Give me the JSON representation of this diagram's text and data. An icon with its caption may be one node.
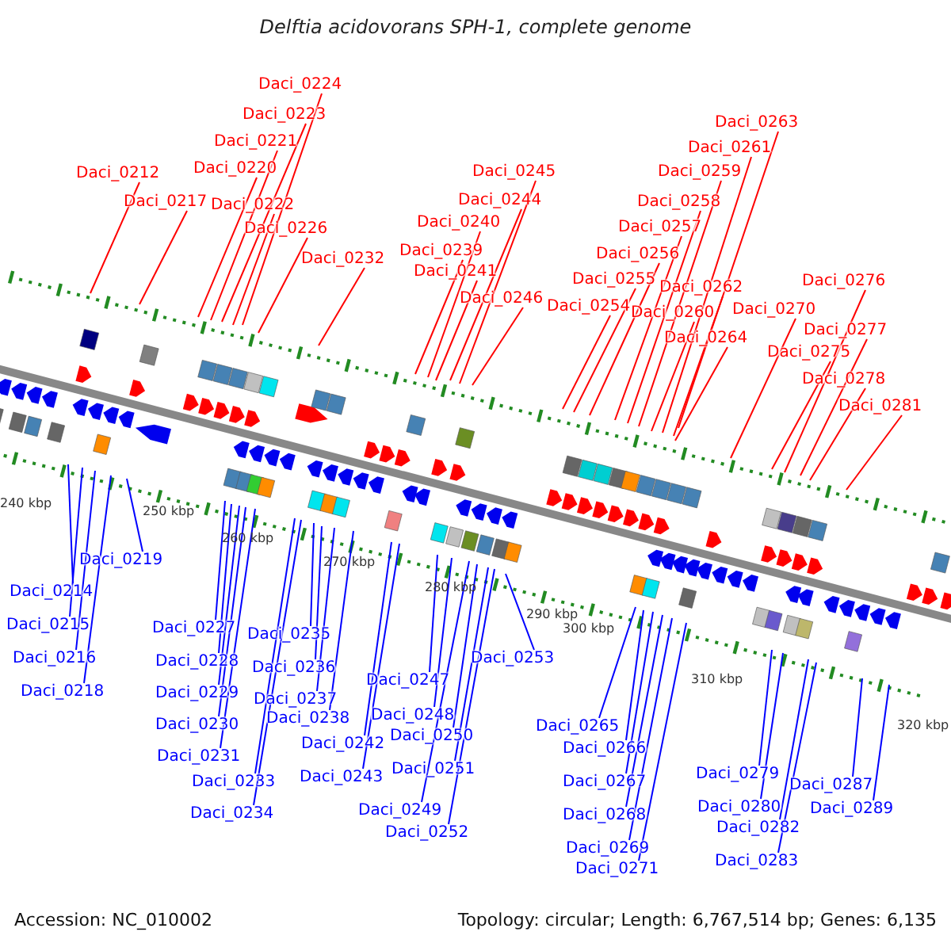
{
  "diagram": {
    "title": "Delftia acidovorans SPH-1, complete genome",
    "nodes": [
      {
        "text": [
          "Daci_0212"
        ]
      },
      {
        "text": [
          "Daci_0214"
        ]
      },
      {
        "text": [
          "Daci_0215"
        ]
      },
      {
        "text": [
          "Daci_0216"
        ]
      },
      {
        "text": [
          "Daci_0217"
        ]
      },
      {
        "text": [
          "Daci_0218"
        ]
      },
      {
        "text": [
          "Daci_0219"
        ]
      },
      {
        "text": [
          "Daci_0220"
        ]
      },
      {
        "text": [
          "Daci_0221"
        ]
      },
      {
        "text": [
          "Daci_0222"
        ]
      },
      {
        "text": [
          "Daci_0223"
        ]
      },
      {
        "text": [
          "Daci_0224"
        ]
      },
      {
        "text": [
          "Daci_0226"
        ]
      },
      {
        "text": [
          "Daci_0227"
        ]
      },
      {
        "text": [
          "Daci_0228"
        ]
      },
      {
        "text": [
          "Daci_0229"
        ]
      },
      {
        "text": [
          "Daci_0230"
        ]
      },
      {
        "text": [
          "Daci_0231"
        ]
      },
      {
        "text": [
          "Daci_0232"
        ]
      },
      {
        "text": [
          "Daci_0233"
        ]
      },
      {
        "text": [
          "Daci_0234"
        ]
      },
      {
        "text": [
          "Daci_0235"
        ]
      },
      {
        "text": [
          "Daci_0236"
        ]
      },
      {
        "text": [
          "Daci_0237"
        ]
      },
      {
        "text": [
          "Daci_0238"
        ]
      },
      {
        "text": [
          "Daci_0239"
        ]
      },
      {
        "text": [
          "Daci_0240"
        ]
      },
      {
        "text": [
          "Daci_0241"
        ]
      },
      {
        "text": [
          "Daci_0242"
        ]
      },
      {
        "text": [
          "Daci_0243"
        ]
      },
      {
        "text": [
          "Daci_0244"
        ]
      },
      {
        "text": [
          "Daci_0245"
        ]
      },
      {
        "text": [
          "Daci_0246"
        ]
      },
      {
        "text": [
          "Daci_0247"
        ]
      },
      {
        "text": [
          "Daci_0248"
        ]
      },
      {
        "text": [
          "Daci_0249"
        ]
      },
      {
        "text": [
          "Daci_0250"
        ]
      },
      {
        "text": [
          "Daci_0251"
        ]
      },
      {
        "text": [
          "Daci_0252"
        ]
      },
      {
        "text": [
          "Daci_0253"
        ]
      },
      {
        "text": [
          "Daci_0254"
        ]
      },
      {
        "text": [
          "Daci_0255"
        ]
      },
      {
        "text": [
          "Daci_0256"
        ]
      },
      {
        "text": [
          "Daci_0257"
        ]
      },
      {
        "text": [
          "Daci_0258"
        ]
      },
      {
        "text": [
          "Daci_0259"
        ]
      },
      {
        "text": [
          "Daci_0260"
        ]
      },
      {
        "text": [
          "Daci_0261"
        ]
      },
      {
        "text": [
          "Daci_0262"
        ]
      },
      {
        "text": [
          "Daci_0263"
        ]
      },
      {
        "text": [
          "Daci_0264"
        ]
      },
      {
        "text": [
          "Daci_0265"
        ]
      },
      {
        "text": [
          "Daci_0266"
        ]
      },
      {
        "text": [
          "Daci_0267"
        ]
      },
      {
        "text": [
          "Daci_0268"
        ]
      },
      {
        "text": [
          "Daci_0269"
        ]
      },
      {
        "text": [
          "Daci_0270"
        ]
      },
      {
        "text": [
          "Daci_0271"
        ]
      },
      {
        "text": [
          "Daci_0275"
        ]
      },
      {
        "text": [
          "Daci_0276"
        ]
      },
      {
        "text": [
          "Daci_0277"
        ]
      },
      {
        "text": [
          "Daci_0278"
        ]
      },
      {
        "text": [
          "Daci_0279"
        ]
      },
      {
        "text": [
          "Daci_0280"
        ]
      },
      {
        "text": [
          "Daci_0281"
        ]
      },
      {
        "text": [
          "Daci_0282"
        ]
      },
      {
        "text": [
          "Daci_0283"
        ]
      },
      {
        "text": [
          "Daci_0287"
        ]
      },
      {
        "text": [
          "Daci_0289"
        ]
      }
    ],
    "edges": [
      {
        "from": 0,
        "to": null,
        "arrow": "none",
        "color": "#ff0000"
      },
      {
        "from": 1,
        "to": null,
        "arrow": "none"
      },
      {
        "from": 2,
        "to": null,
        "arrow": "none"
      },
      {
        "from": 3,
        "to": null,
        "arrow": "none"
      },
      {
        "from": 4,
        "to": null,
        "arrow": "none",
        "color": "#ff0000"
      },
      {
        "from": 5,
        "to": null,
        "arrow": "none"
      },
      {
        "from": 6,
        "to": null,
        "arrow": "none"
      },
      {
        "from": 7,
        "to": null,
        "arrow": "none",
        "color": "#ff0000"
      },
      {
        "from": 8,
        "to": null,
        "arrow": "none",
        "color": "#ff0000"
      },
      {
        "from": 9,
        "to": null,
        "arrow": "none",
        "color": "#ff0000"
      },
      {
        "from": 10,
        "to": null,
        "arrow": "none",
        "color": "#ff0000"
      },
      {
        "from": 11,
        "to": null,
        "arrow": "none",
        "color": "#ff0000"
      },
      {
        "from": 12,
        "to": null,
        "arrow": "none",
        "color": "#ff0000"
      },
      {
        "from": 13,
        "to": null,
        "arrow": "none"
      },
      {
        "from": 14,
        "to": null,
        "arrow": "none"
      },
      {
        "from": 15,
        "to": null,
        "arrow": "none"
      },
      {
        "from": 16,
        "to": null,
        "arrow": "none"
      },
      {
        "from": 17,
        "to": null,
        "arrow": "none"
      },
      {
        "from": 18,
        "to": null,
        "arrow": "none",
        "color": "#ff0000"
      },
      {
        "from": 19,
        "to": null,
        "arrow": "none"
      },
      {
        "from": 20,
        "to": null,
        "arrow": "none"
      },
      {
        "from": 21,
        "to": null,
        "arrow": "none"
      },
      {
        "from": 22,
        "to": null,
        "arrow": "none"
      },
      {
        "from": 23,
        "to": null,
        "arrow": "none"
      },
      {
        "from": 24,
        "to": null,
        "arrow": "none"
      },
      {
        "from": 25,
        "to": null,
        "arrow": "none",
        "color": "#ff0000"
      },
      {
        "from": 26,
        "to": null,
        "arrow": "none",
        "color": "#ff0000"
      },
      {
        "from": 27,
        "to": null,
        "arrow": "none",
        "color": "#ff0000"
      },
      {
        "from": 28,
        "to": null,
        "arrow": "none"
      },
      {
        "from": 29,
        "to": null,
        "arrow": "none"
      },
      {
        "from": 30,
        "to": null,
        "arrow": "none",
        "color": "#ff0000"
      },
      {
        "from": 31,
        "to": null,
        "arrow": "none",
        "color": "#ff0000"
      },
      {
        "from": 32,
        "to": null,
        "arrow": "none",
        "color": "#ff0000"
      },
      {
        "from": 33,
        "to": null,
        "arrow": "none"
      },
      {
        "from": 34,
        "to": null,
        "arrow": "none"
      },
      {
        "from": 35,
        "to": null,
        "arrow": "none"
      },
      {
        "from": 36,
        "to": null,
        "arrow": "none"
      },
      {
        "from": 37,
        "to": null,
        "arrow": "none"
      },
      {
        "from": 38,
        "to": null,
        "arrow": "none"
      },
      {
        "from": 39,
        "to": null,
        "arrow": "none"
      },
      {
        "from": 40,
        "to": null,
        "arrow": "none",
        "color": "#ff0000"
      },
      {
        "from": 41,
        "to": null,
        "arrow": "none",
        "color": "#ff0000"
      },
      {
        "from": 42,
        "to": null,
        "arrow": "none",
        "color": "#ff0000"
      },
      {
        "from": 43,
        "to": null,
        "arrow": "none",
        "color": "#ff0000"
      },
      {
        "from": 44,
        "to": null,
        "arrow": "none",
        "color": "#ff0000"
      },
      {
        "from": 45,
        "to": null,
        "arrow": "none",
        "color": "#ff0000"
      },
      {
        "from": 46,
        "to": null,
        "arrow": "none",
        "color": "#ff0000"
      },
      {
        "from": 47,
        "to": null,
        "arrow": "none",
        "color": "#ff0000"
      },
      {
        "from": 48,
        "to": null,
        "arrow": "none",
        "color": "#ff0000"
      },
      {
        "from": 49,
        "to": null,
        "arrow": "none",
        "color": "#ff0000"
      },
      {
        "from": 50,
        "to": null,
        "arrow": "none",
        "color": "#ff0000"
      },
      {
        "from": 51,
        "to": null,
        "arrow": "none"
      },
      {
        "from": 52,
        "to": null,
        "arrow": "none"
      },
      {
        "from": 53,
        "to": null,
        "arrow": "none"
      },
      {
        "from": 54,
        "to": null,
        "arrow": "none"
      },
      {
        "from": 55,
        "to": null,
        "arrow": "none"
      },
      {
        "from": 56,
        "to": null,
        "arrow": "none",
        "color": "#ff0000"
      },
      {
        "from": 57,
        "to": null,
        "arrow": "none"
      },
      {
        "from": 58,
        "to": null,
        "arrow": "none",
        "color": "#ff0000"
      },
      {
        "from": 59,
        "to": null,
        "arrow": "none",
        "color": "#ff0000"
      },
      {
        "from": 60,
        "to": null,
        "arrow": "none",
        "color": "#ff0000"
      },
      {
        "from": 61,
        "to": null,
        "arrow": "none",
        "color": "#ff0000"
      },
      {
        "from": 62,
        "to": null,
        "arrow": "none"
      },
      {
        "from": 63,
        "to": null,
        "arrow": "none"
      },
      {
        "from": 64,
        "to": null,
        "arrow": "none",
        "color": "#ff0000"
      },
      {
        "from": 65,
        "to": null,
        "arrow": "none"
      },
      {
        "from": 66,
        "to": null,
        "arrow": "none"
      },
      {
        "from": 67,
        "to": null,
        "arrow": "none"
      },
      {
        "from": 68,
        "to": null,
        "arrow": "none"
      }
    ],
    "labels": [
      "240 kbp",
      "250 kbp",
      "260 kbp",
      "270 kbp",
      "280 kbp",
      "290 kbp",
      "300 kbp",
      "310 kbp",
      "320 kbp",
      "Accession: NC_010002",
      "Topology: circular; Length: 6,767,514 bp; Genes: 6,135"
    ]
  }
}
